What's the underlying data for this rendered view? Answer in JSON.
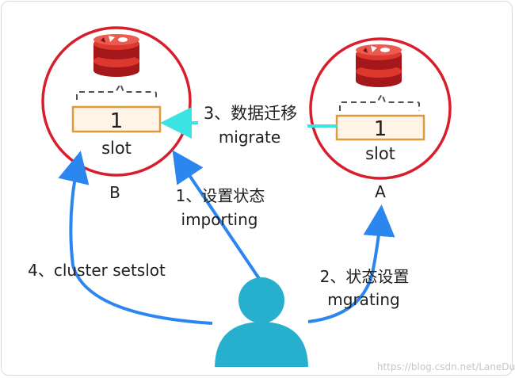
{
  "nodes": {
    "left": {
      "slot_number": "1",
      "slot_label": "slot",
      "node_label": "B"
    },
    "right": {
      "slot_number": "1",
      "slot_label": "slot",
      "node_label": "A"
    }
  },
  "labels": {
    "migrate_line1": "3、数据迁移",
    "migrate_line2": "migrate",
    "importing_line1": "1、设置状态",
    "importing_line2": "importing",
    "setslot_line": "4、cluster setslot",
    "mgrating_line1": "2、状态设置",
    "mgrating_line2": "mgrating"
  },
  "watermark": "https://blog.csdn.net/LaneDu",
  "colors": {
    "circle": "#d81e2c",
    "arrow": "#2b86f0",
    "transfer": "#3ce3e3",
    "slot_border": "#e09a3e",
    "slot_fill": "#fff4e6",
    "person": "#26b0cd",
    "redis_dark": "#a4171b",
    "redis_red": "#dc382d"
  },
  "icons": {
    "redis": "redis-icon",
    "user": "user-icon"
  }
}
